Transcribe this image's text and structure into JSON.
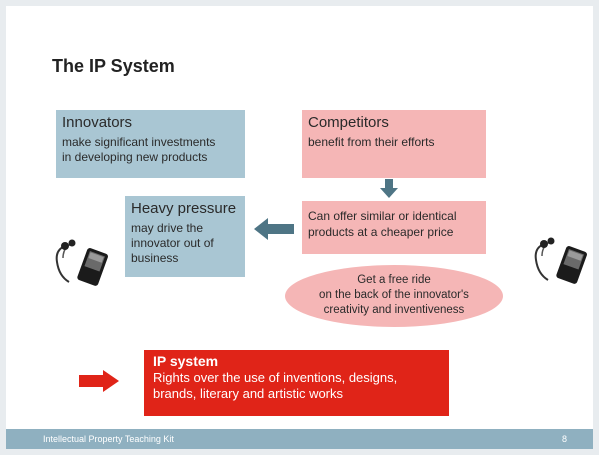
{
  "title": "The IP System",
  "innovators": {
    "heading": "Innovators",
    "text_line1": "make significant investments",
    "text_line2": "in developing new products"
  },
  "competitors": {
    "heading": "Competitors",
    "text": "benefit from their efforts"
  },
  "heavy_pressure": {
    "heading": "Heavy pressure",
    "text_line1": "may drive the",
    "text_line2": "innovator out of",
    "text_line3": "business"
  },
  "offer": {
    "text_line1": "Can offer similar or identical",
    "text_line2": "products at a cheaper price"
  },
  "free_ride": {
    "line1": "Get a free ride",
    "line2": "on the back of the innovator's",
    "line3": "creativity and inventiveness"
  },
  "ip_system": {
    "heading": "IP system",
    "text_line1": "Rights over the use of inventions, designs,",
    "text_line2": "brands, literary and artistic works"
  },
  "footer": {
    "text": "Intellectual  Property Teaching Kit",
    "page_number": "8"
  },
  "colors": {
    "blue_box": "#a9c6d3",
    "pink_box": "#f5b6b6",
    "red_box": "#e02418",
    "arrow": "#4e7585",
    "footer": "#8fb0c0"
  },
  "icons": [
    "media-player-icon",
    "arrow-down-icon",
    "arrow-left-icon",
    "arrow-right-icon"
  ]
}
